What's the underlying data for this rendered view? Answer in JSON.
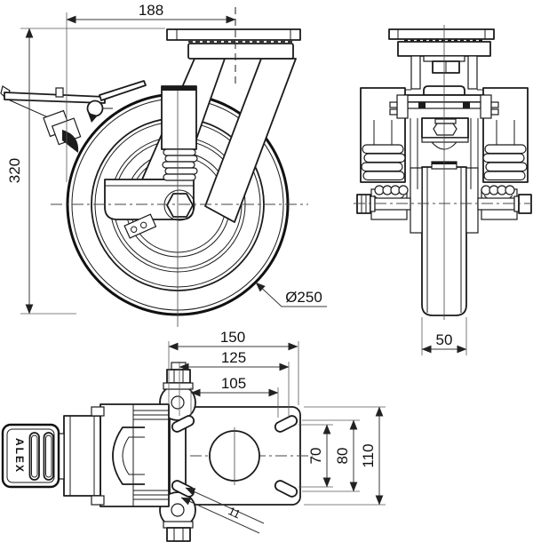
{
  "drawing": {
    "brand_label": "ALEX",
    "dimensions": {
      "swivel_offset": "188",
      "overall_height": "320",
      "wheel_diameter": "Ø250",
      "wheel_width": "50",
      "plate_length": "150",
      "bolt_pattern_length_outer": "125",
      "bolt_pattern_length_inner": "105",
      "bolt_pattern_width_inner": "70",
      "bolt_pattern_width_outer": "80",
      "plate_width": "110",
      "slot_width": "11"
    }
  }
}
